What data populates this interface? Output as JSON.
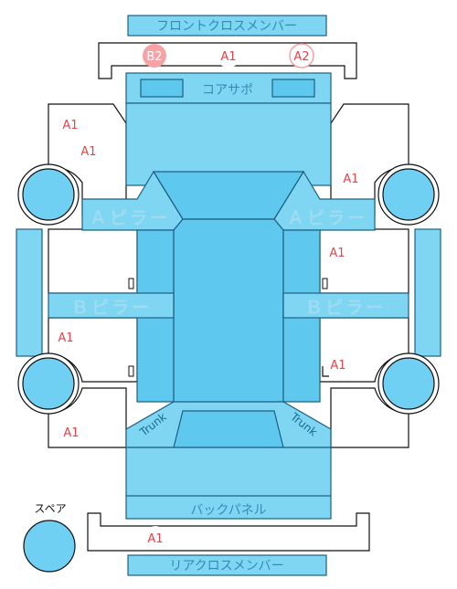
{
  "labels": {
    "front_cross_member": "フロントクロスメンバー",
    "radiator_support": "コアサポ",
    "a_pillar_left": "Ａピラー",
    "a_pillar_right": "Ａピラー",
    "b_pillar_left": "Ｂピラー",
    "b_pillar_right": "Ｂピラー",
    "back_panel": "バックパネル",
    "rear_cross_member": "リアクロスメンバー",
    "trunk_left": "Trunk",
    "trunk_right": "Trunk",
    "spare": "スペア"
  },
  "marks": {
    "front_b2": "B2",
    "front_a1": "A1",
    "front_a2": "A2",
    "left_front_1": "A1",
    "left_front_2": "A1",
    "right_front": "A1",
    "right_mid": "A1",
    "left_rear": "A1",
    "right_rear": "A1",
    "left_bottom": "A1",
    "rear_cross": "A1"
  },
  "colors": {
    "panel": "#7fd6f2",
    "panel_dark": "#5fc8ee",
    "panel_stroke": "#1d5f82",
    "damage_mark": "#e2444a",
    "b2_badge": "#f5a3a6"
  }
}
